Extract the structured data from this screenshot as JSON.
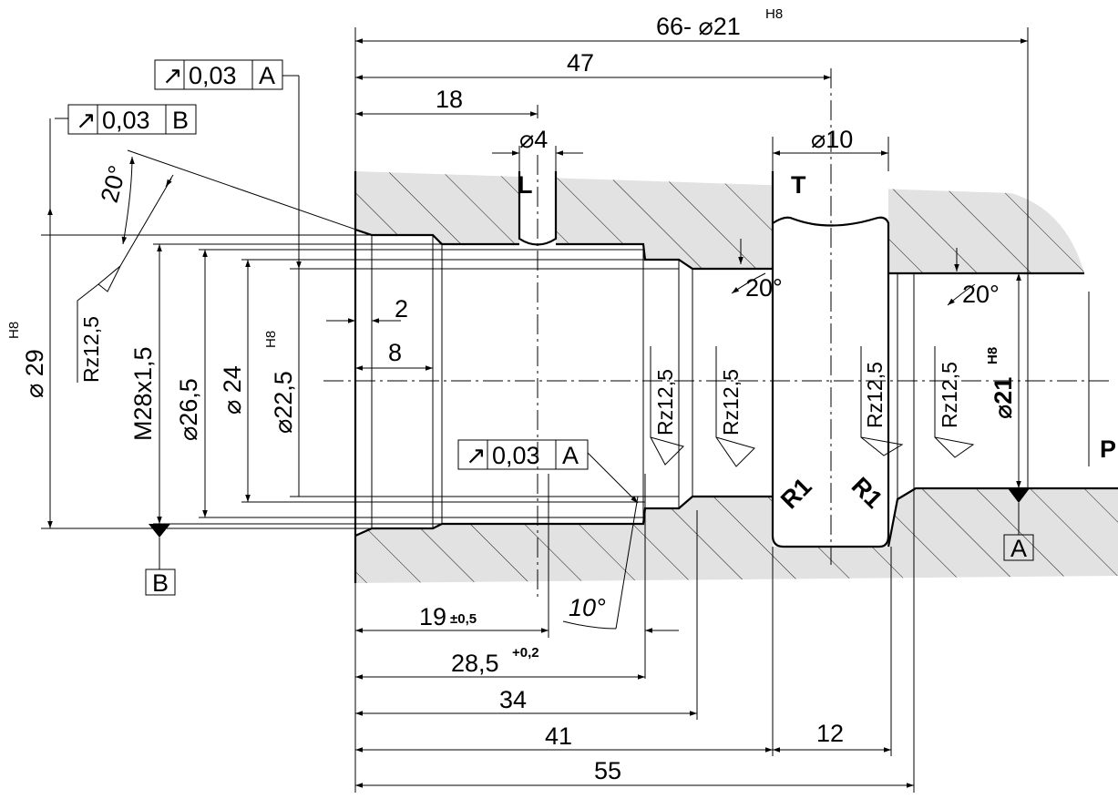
{
  "dimensions": {
    "bore_count_diameter": "66- ⌀21",
    "bore_count_tol": "H8",
    "len_47": "47",
    "len_18": "18",
    "dia_4": "⌀4",
    "dia_10": "⌀10",
    "len_2": "2",
    "len_8": "8",
    "len_19": "19",
    "len_19_tol": "±0,5",
    "len_28_5": "28,5",
    "len_28_5_tol": "+0,2",
    "len_34": "34",
    "len_41": "41",
    "len_12": "12",
    "len_55": "55",
    "dia_29": "⌀ 29",
    "dia_29_tol": "H8",
    "thread": "M28x1,5",
    "dia_26_5": "⌀26,5",
    "dia_24": "⌀ 24",
    "dia_22_5": "⌀22,5",
    "dia_22_5_tol": "H8",
    "dia_21": "⌀21",
    "dia_21_tol": "H8",
    "angle_20_a": "20°",
    "angle_20_b": "20°",
    "angle_20_c": "20°",
    "angle_10": "10°",
    "radius_left": "R1",
    "radius_right": "R1"
  },
  "ports": {
    "L": "L",
    "T": "T",
    "P": "P"
  },
  "surface_finish": {
    "rz_1": "Rz12,5",
    "rz_2": "Rz12,5",
    "rz_3": "Rz12,5",
    "rz_4": "Rz12,5",
    "rz_5": "Rz12,5"
  },
  "tolerance_frames": {
    "frame_top": {
      "symbol": "↗",
      "value": "0,03",
      "datum": "A"
    },
    "frame_left": {
      "symbol": "↗",
      "value": "0,03",
      "datum": "B"
    },
    "frame_mid": {
      "symbol": "↗",
      "value": "0,03",
      "datum": "A"
    }
  },
  "datums": {
    "datum_A": "A",
    "datum_B": "B"
  }
}
